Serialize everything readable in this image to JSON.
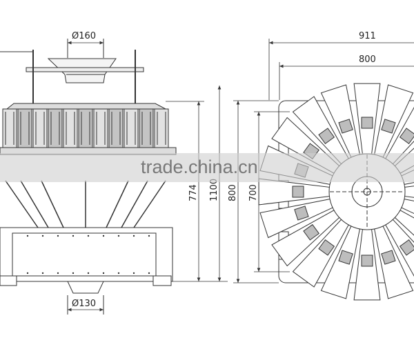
{
  "watermark": "trade.china.cn",
  "side_view": {
    "top_diameter": "Ø160",
    "bottom_diameter": "Ø130",
    "height_upper": "774",
    "height_total": "1100"
  },
  "top_view": {
    "width_outer": "911",
    "width_inner": "800",
    "depth_outer": "800",
    "depth_inner": "700"
  },
  "colors": {
    "line": "#333333",
    "hopper_fill": "#b5b5b5",
    "band": "#cfcfcf",
    "background": "#ffffff"
  }
}
